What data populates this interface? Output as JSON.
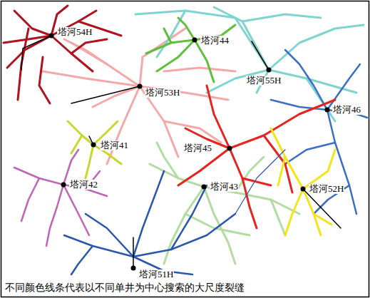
{
  "diagram": {
    "caption": "不同颜色线条代表以不同单井为中心搜索的大尺度裂缝",
    "labels": [
      "塔河54H",
      "塔河44",
      "塔河55H",
      "塔河53H",
      "塔河46",
      "塔河41",
      "塔河45",
      "塔河42",
      "塔河43",
      "塔河52H",
      "塔河51H"
    ]
  }
}
